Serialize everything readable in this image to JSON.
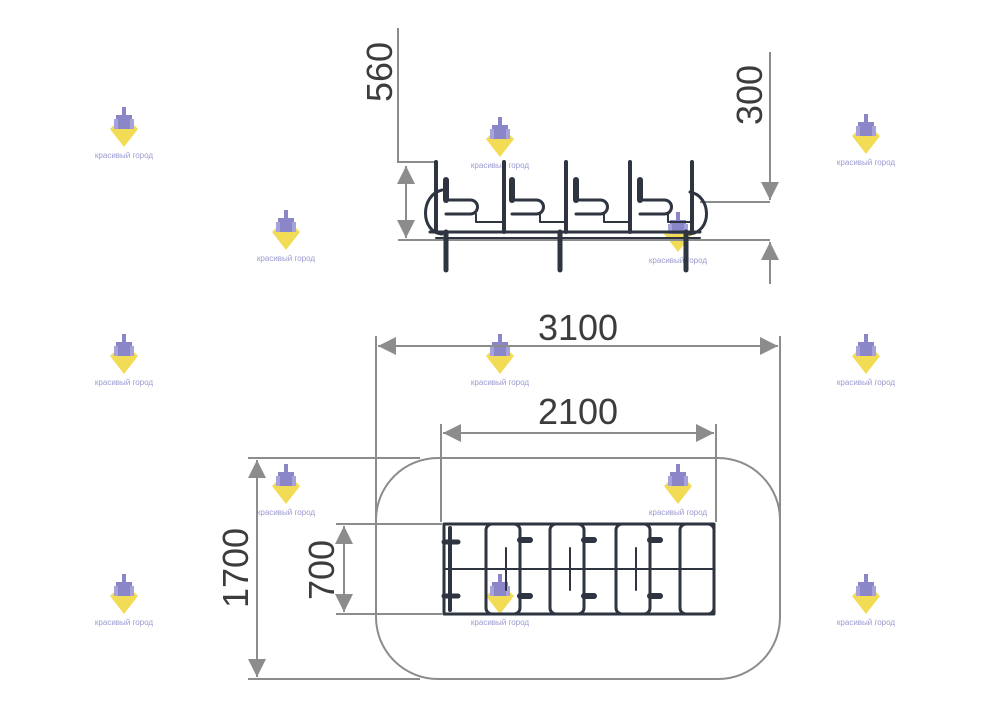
{
  "dimensions": {
    "overall_height": "560",
    "seat_height": "300",
    "zone_length": "3100",
    "equipment_length": "2100",
    "zone_width": "1700",
    "equipment_width": "700"
  },
  "watermark": {
    "brand": "красивый город",
    "icon": "castle-heart-logo-icon",
    "accent_colors": [
      "#8a86c8",
      "#f2dc55"
    ]
  },
  "colors": {
    "dimension_line": "#8c8c8c",
    "equipment": "#2e3540",
    "text": "#3c3c3c"
  }
}
